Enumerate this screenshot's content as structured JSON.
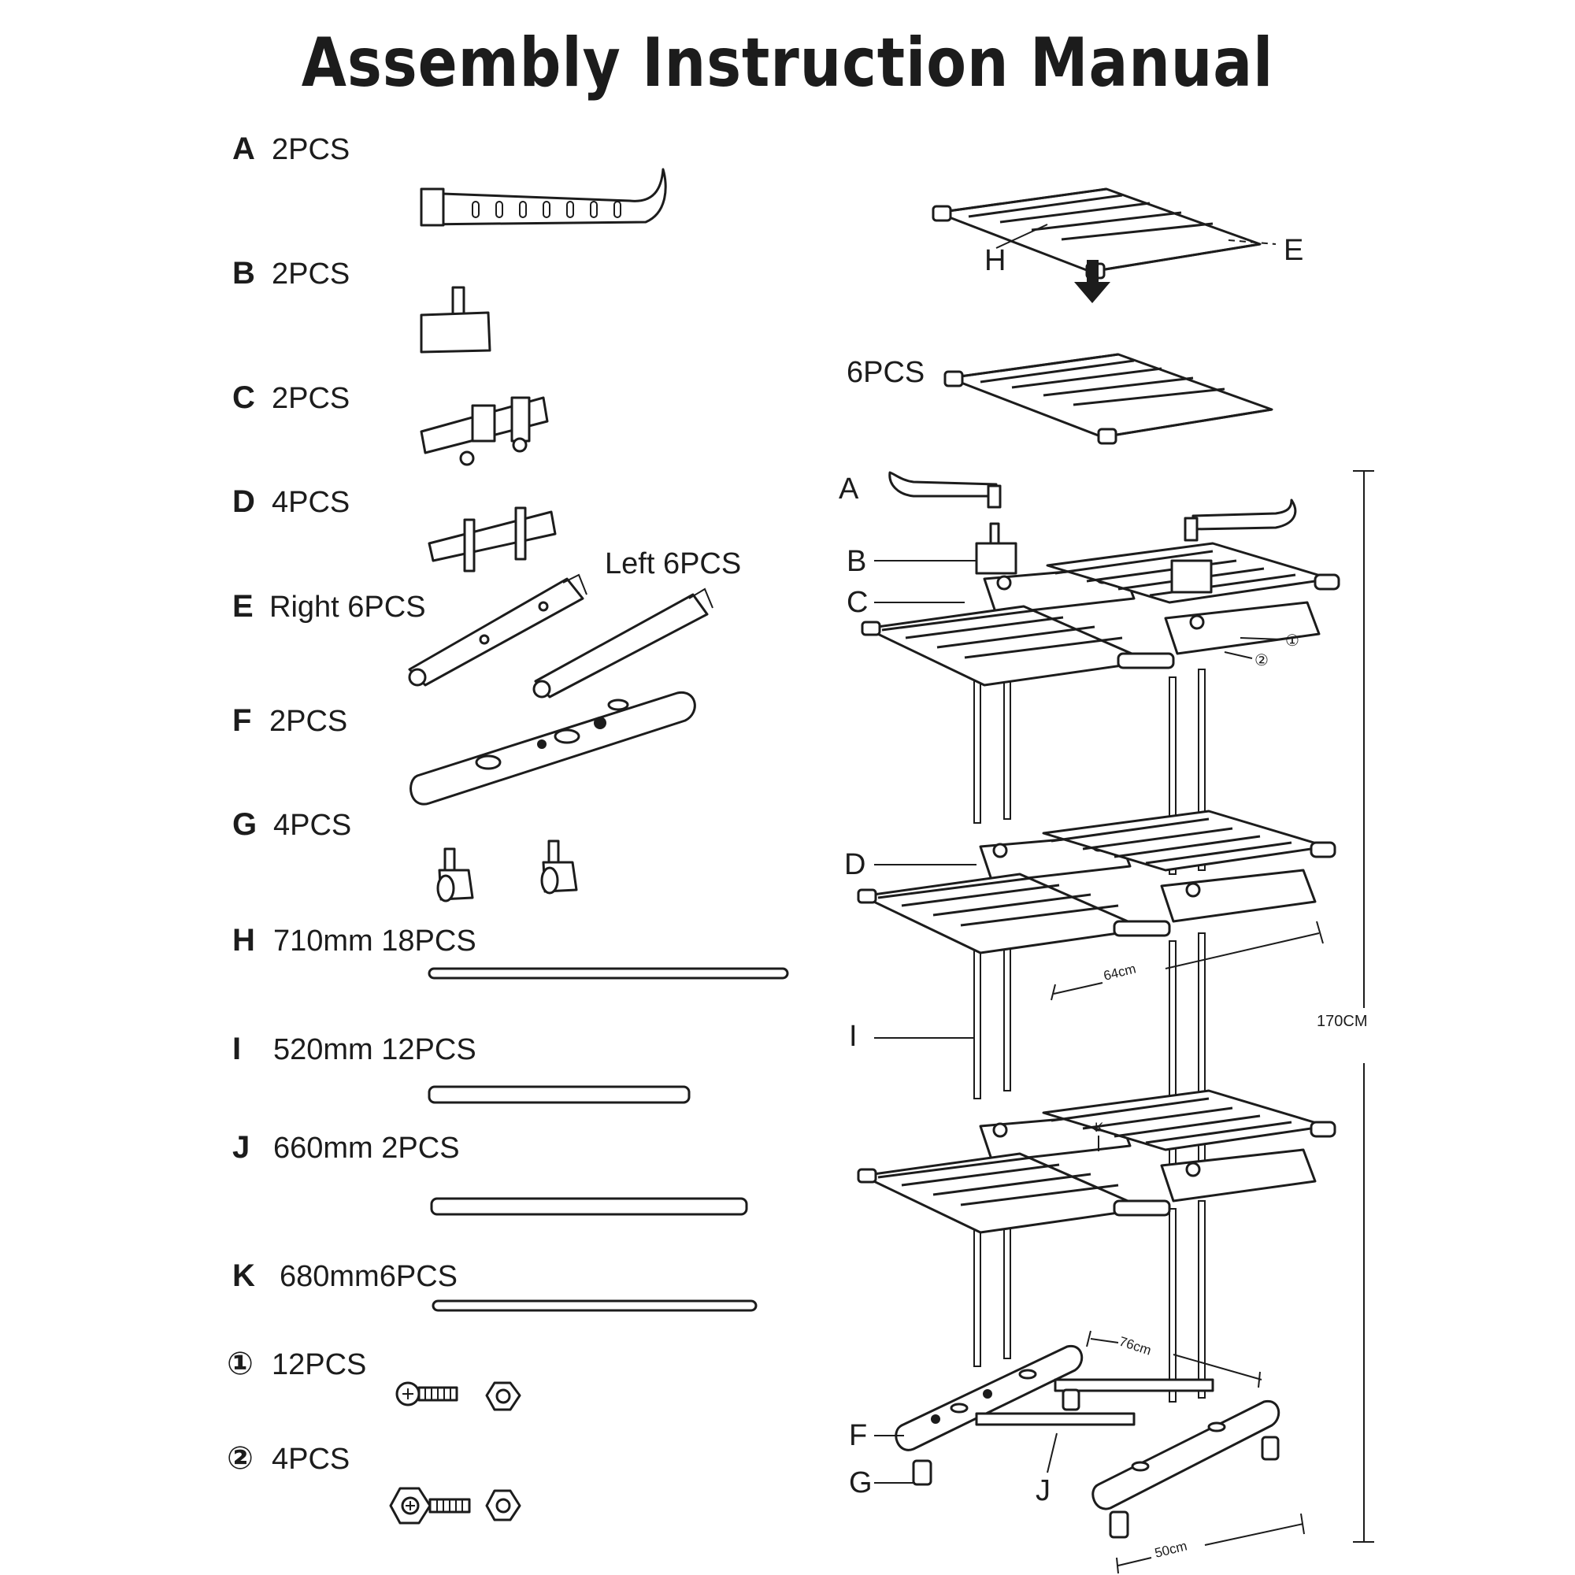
{
  "title": "Assembly Instruction Manual",
  "parts": [
    {
      "letter": "A",
      "text": "2PCS"
    },
    {
      "letter": "B",
      "text": "2PCS"
    },
    {
      "letter": "C",
      "text": "2PCS"
    },
    {
      "letter": "D",
      "text": "4PCS"
    },
    {
      "letter": "E",
      "text": "Right  6PCS"
    },
    {
      "letter": "F",
      "text": "2PCS"
    },
    {
      "letter": "G",
      "text": "4PCS"
    },
    {
      "letter": "H",
      "text": "710mm 18PCS"
    },
    {
      "letter": "I",
      "text": "520mm 12PCS"
    },
    {
      "letter": "J",
      "text": "660mm 2PCS"
    },
    {
      "letter": "K",
      "text": "680mm6PCS"
    },
    {
      "letter": "①",
      "text": "12PCS"
    },
    {
      "letter": "②",
      "text": "4PCS"
    }
  ],
  "left_label": "Left  6PCS",
  "shelf_assembly": {
    "label_h": "H",
    "label_e": "E",
    "qty": "6PCS"
  },
  "callouts": {
    "a": "A",
    "b": "B",
    "c": "C",
    "d": "D",
    "i": "I",
    "f": "F",
    "g": "G",
    "j": "J",
    "k": "K",
    "screw1": "①",
    "screw2": "②"
  },
  "dimensions": {
    "height": "170CM",
    "depth_top": "64cm",
    "width_base": "76cm",
    "depth_base": "50cm"
  }
}
